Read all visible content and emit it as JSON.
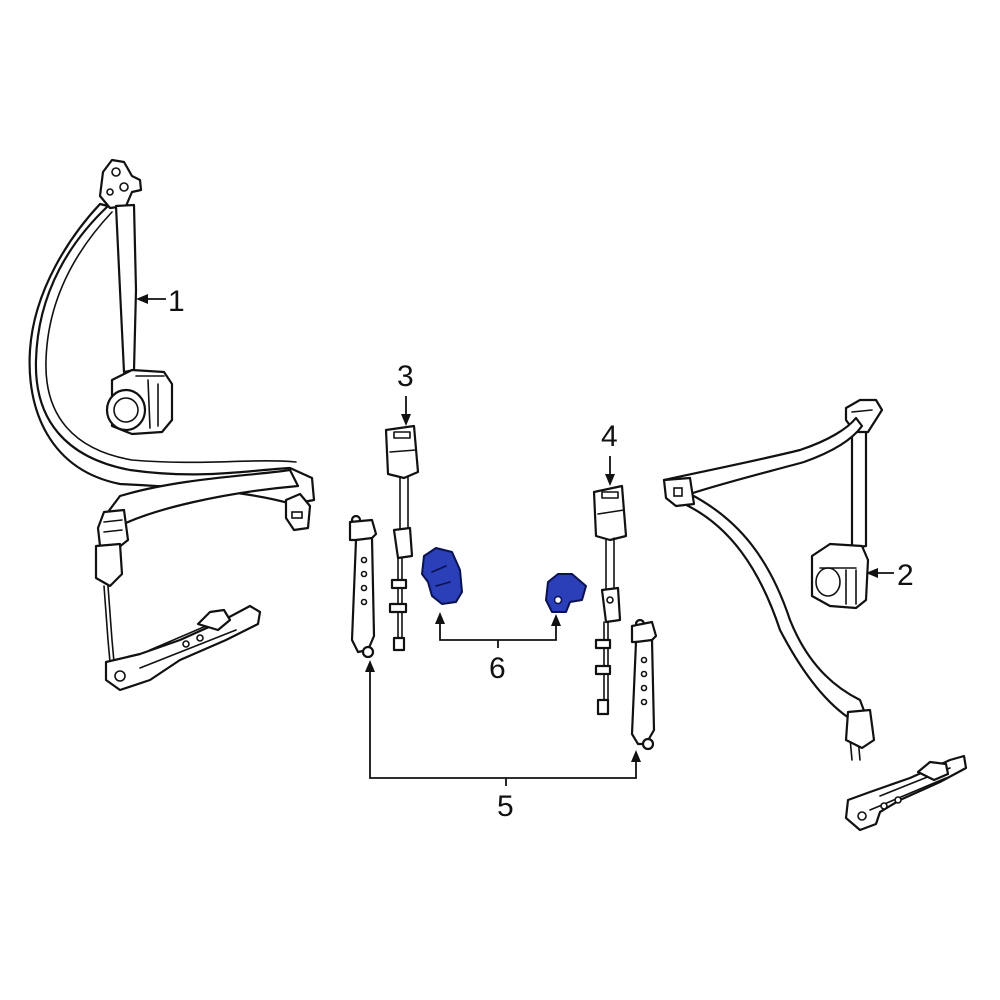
{
  "colors": {
    "highlight": "#2a3fb8",
    "line": "#111111",
    "background": "#ffffff"
  },
  "callouts": {
    "c1": "1",
    "c2": "2",
    "c3": "3",
    "c4": "4",
    "c5": "5",
    "c6": "6"
  }
}
